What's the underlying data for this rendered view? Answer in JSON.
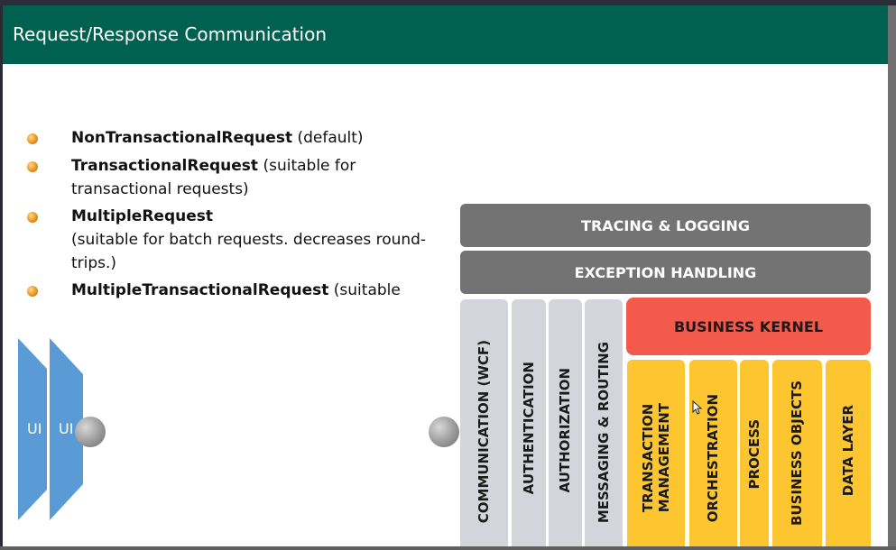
{
  "slide": {
    "title": "Request/Response Communication"
  },
  "bullets": [
    {
      "bold": "NonTransactionalRequest",
      "rest": " (default)"
    },
    {
      "bold": "TransactionalRequest",
      "rest": " (suitable for transactional requests)"
    },
    {
      "bold": "MultipleRequest",
      "rest": "(suitable for batch requests. decreases round-trips.)"
    },
    {
      "bold": "MultipleTransactionalRequest",
      "rest": " (suitable"
    }
  ],
  "ui_chevrons": {
    "first_label": "UI",
    "second_label": "UI"
  },
  "diagram": {
    "tracing": "TRACING & LOGGING",
    "exception": "EXCEPTION HANDLING",
    "kernel": "BUSINESS KERNEL",
    "gray_columns": [
      "COMMUNICATION (WCF)",
      "AUTHENTICATION",
      "AUTHORIZATION",
      "MESSAGING & ROUTING"
    ],
    "yellow_columns": [
      [
        "TRANSACTION",
        "MANAGEMENT"
      ],
      [
        "ORCHESTRATION"
      ],
      [
        "PROCESS"
      ],
      [
        "BUSINESS OBJECTS"
      ],
      [
        "DATA LAYER"
      ]
    ]
  },
  "colors": {
    "title_bar": "#016150",
    "bullet": "#f0a030",
    "gray_bar": "#737373",
    "kernel": "#f45a4c",
    "yellow_column": "#fdc52f",
    "gray_column": "#d4d5da",
    "chevron": "#5b9bd5"
  },
  "icons": {
    "bullet": "orange-sphere-bullet-icon",
    "connector": "gray-sphere-connector-icon",
    "cursor": "mouse-pointer-icon"
  }
}
